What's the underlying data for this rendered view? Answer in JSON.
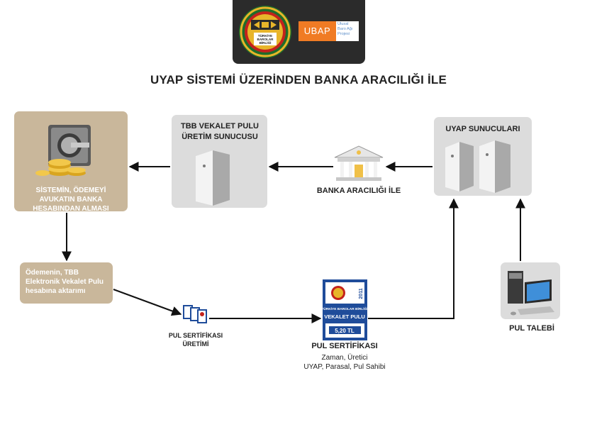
{
  "header": {
    "tbb_logo_text": [
      "TÜRKİYE",
      "BAROLAR",
      "BİRLİĞİ"
    ],
    "ubap_word": "UBAP",
    "ubap_subtitle": [
      "Ulusal",
      "Baro Ağı",
      "Projesi"
    ]
  },
  "title": "UYAP SİSTEMİ ÜZERİNDEN BANKA ARACILIĞI İLE",
  "nodes": {
    "system_payment": "SİSTEMİN, ÖDEMEYİ AVUKATIN BANKA HESABINDAN ALMASI",
    "tbb_server": "TBB VEKALET PULU ÜRETİM SUNUCUSU",
    "bank": "BANKA ARACILIĞI İLE",
    "uyap_servers": "UYAP SUNUCULARI",
    "transfer": "Ödemenin, TBB Elektronik Vekalet Pulu hesabına aktarımı",
    "cert_production": "PUL SERTİFİKASI ÜRETİMİ",
    "cert": "PUL SERTİFİKASI",
    "cert_details_1": "Zaman, Üretici",
    "cert_details_2": "UYAP, Parasal, Pul Sahibi",
    "request": "PUL TALEBİ"
  },
  "stamp": {
    "org": "TÜRKİYE BAROLAR BİRLİĞİ",
    "name": "VEKALET PULU",
    "year": "2011",
    "price": "5,20 TL"
  },
  "colors": {
    "tan_box": "#c9b79b",
    "gray_box": "#dcdcdc",
    "header_bg": "#2b2b2b",
    "ubap_orange": "#f07b24",
    "arrow": "#111111"
  },
  "icons": {
    "safe": "safe-with-coins-icon",
    "server": "server-tower-icon",
    "bank": "bank-building-icon",
    "stamp": "stamp-certificate-icon",
    "computer": "desktop-computer-icon"
  }
}
